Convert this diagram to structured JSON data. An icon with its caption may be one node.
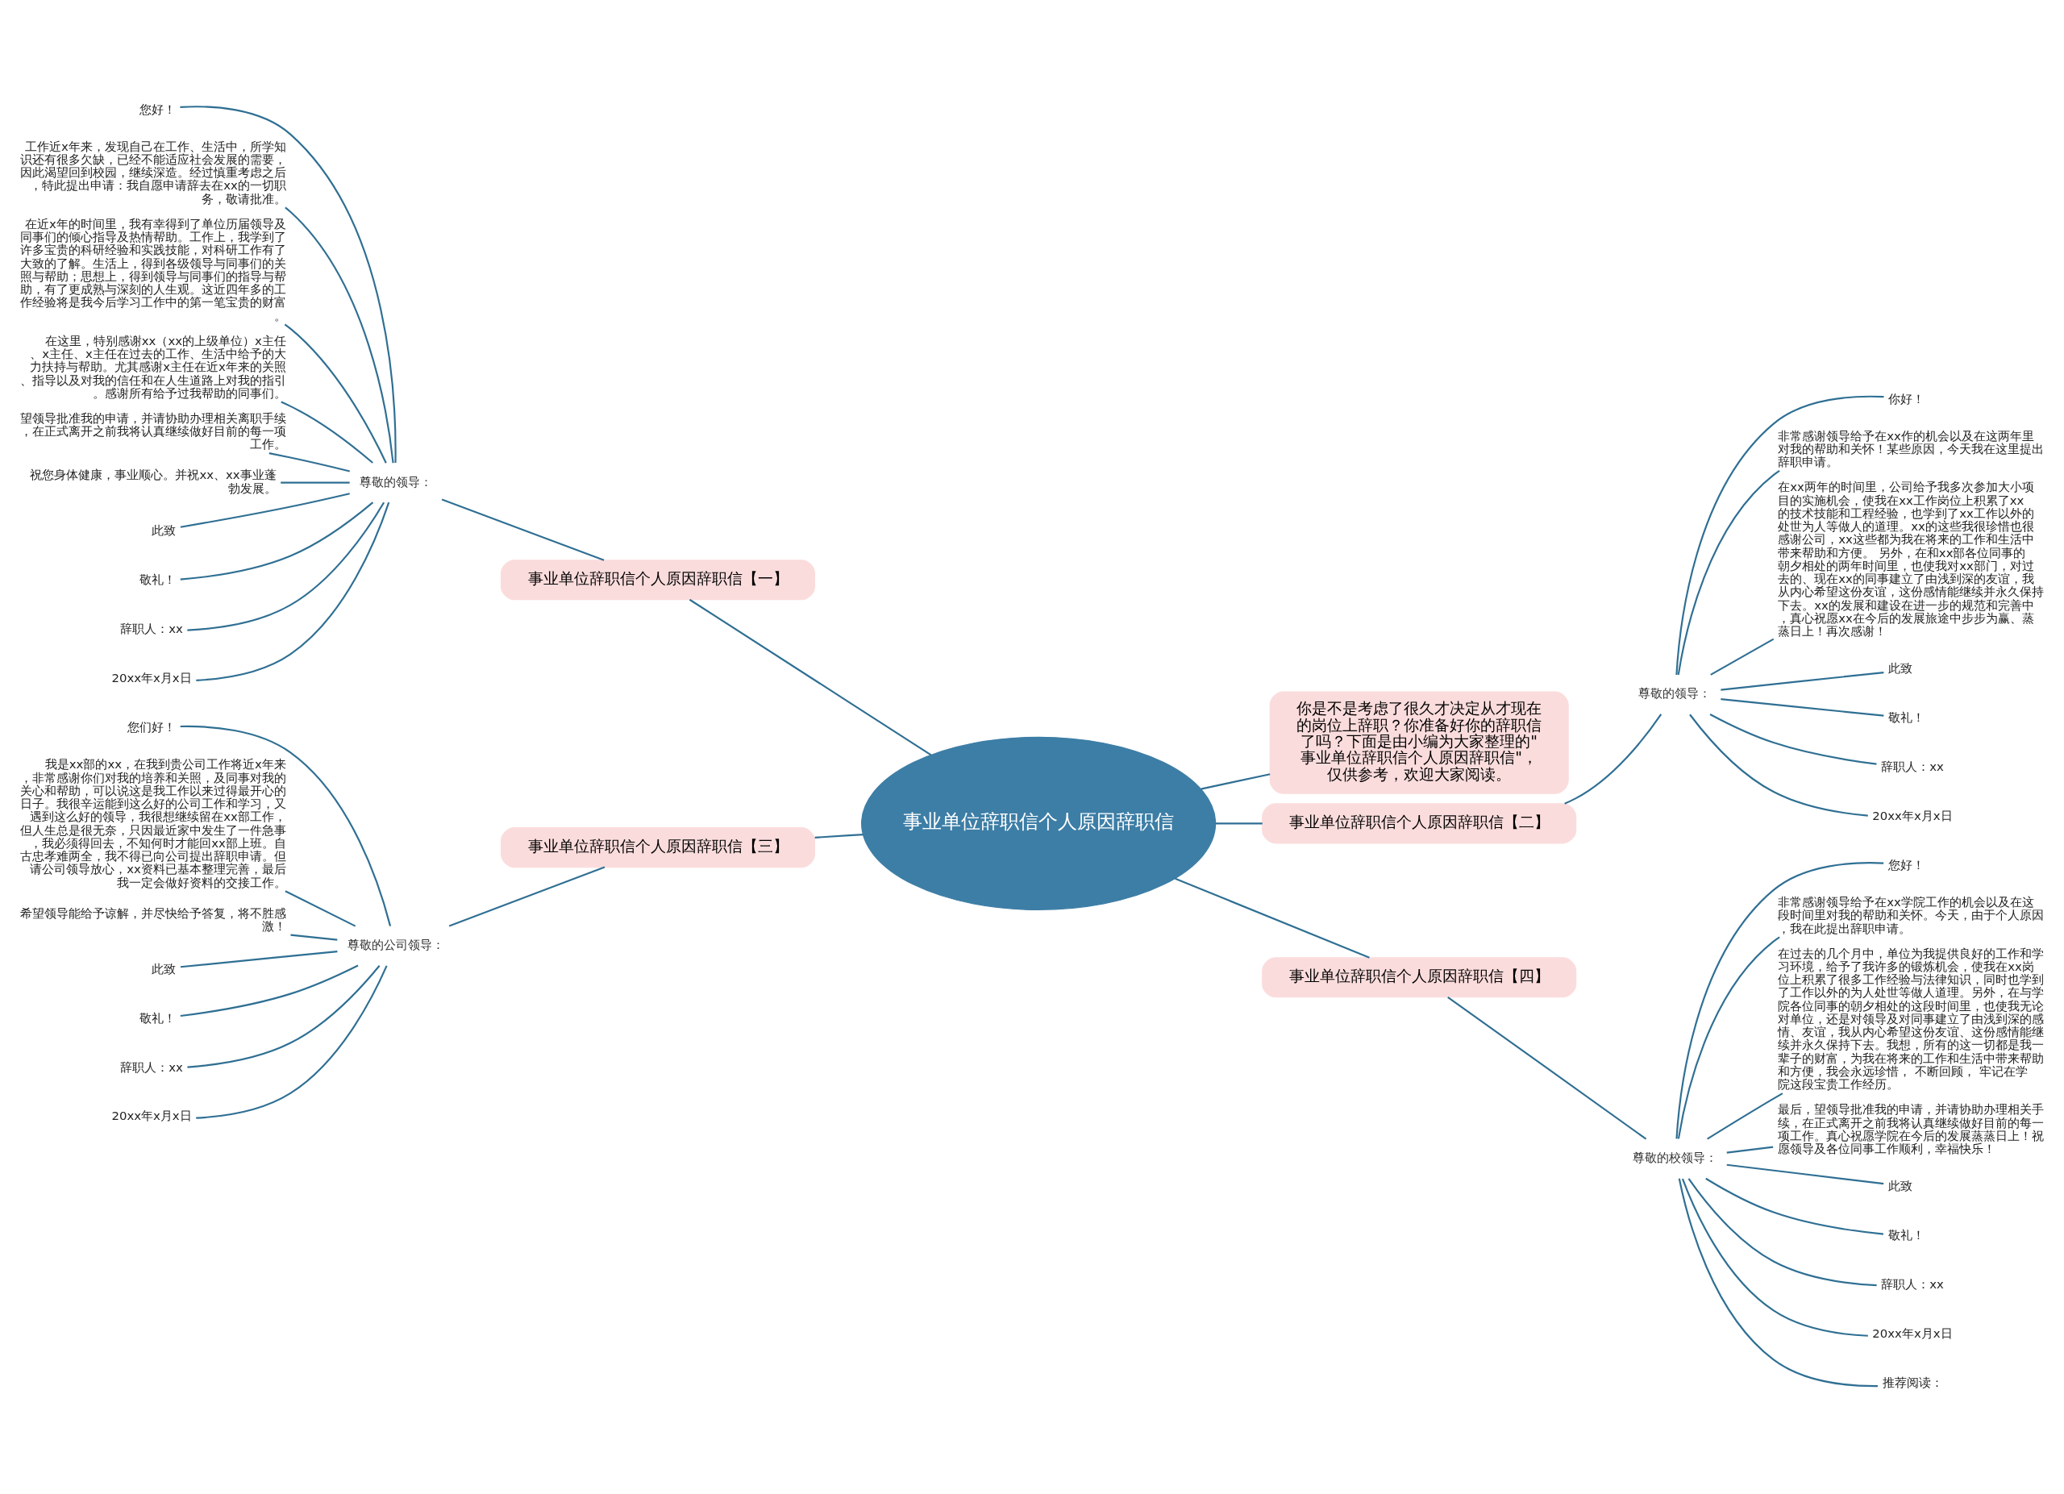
{
  "diagram": {
    "nodes": [
      {
        "text": [
          "事业单位辞职信个人原因辞职信"
        ]
      },
      {
        "text": [
          "你是不是考虑了很久才决定从才现在的岗位上辞职？你准备好你的辞职信了吗？下面是由小编为大家整理的\"事业单位辞职信个人原因辞职信\"，仅供参考，欢迎大家阅读。"
        ]
      },
      {
        "text": [
          "事业单位辞职信个人原因辞职信【一】"
        ]
      },
      {
        "text": [
          "尊敬的领导："
        ]
      },
      {
        "text": [
          "您好！"
        ]
      },
      {
        "text": [
          "工作近x年来，发现自己在工作、生活中，所学知识还有很多欠缺，已经不能适应社会发展的需要，因此渴望回到校园，继续深造。经过慎重考虑之后，特此提出申请：我自愿申请辞去在xx的一切职务，敬请批准。"
        ]
      },
      {
        "text": [
          "在近x年的时间里，我有幸得到了单位历届领导及同事们的倾心指导及热情帮助。工作上，我学到了许多宝贵的科研经验和实践技能，对科研工作有了大致的了解。生活上，得到各级领导与同事们的关照与帮助；思想上，得到领导与同事们的指导与帮助，有了更成熟与深刻的人生观。这近四年多的工作经验将是我今后学习工作中的第一笔宝贵的财富。"
        ]
      },
      {
        "text": [
          "在这里，特别感谢xx（xx的上级单位）x主任、x主任、x主任在过去的工作、生活中给予的大力扶持与帮助。尤其感谢x主任在近x年来的关照、指导以及对我的信任和在人生道路上对我的指引。感谢所有给予过我帮助的同事们。"
        ]
      },
      {
        "text": [
          "望领导批准我的申请，并请协助办理相关离职手续，在正式离开之前我将认真继续做好目前的每一项工作。"
        ]
      },
      {
        "text": [
          "祝您身体健康，事业顺心。并祝xx、xx事业蓬勃发展。"
        ]
      },
      {
        "text": [
          "此致"
        ]
      },
      {
        "text": [
          "敬礼！"
        ]
      },
      {
        "text": [
          "辞职人：xx"
        ]
      },
      {
        "text": [
          "20xx年x月x日"
        ]
      },
      {
        "text": [
          "事业单位辞职信个人原因辞职信【二】"
        ]
      },
      {
        "text": [
          "尊敬的领导："
        ]
      },
      {
        "text": [
          "你好！"
        ]
      },
      {
        "text": [
          "非常感谢领导给予在xx作的机会以及在这两年里对我的帮助和关怀！某些原因，今天我在这里提出辞职申请。"
        ]
      },
      {
        "text": [
          "在xx两年的时间里，公司给予我多次参加大小项目的实施机会，使我在xx工作岗位上积累了xx的技术技能和工程经验，也学到了xx工作以外的处世为人等做人的道理。xx的这些我很珍惜也很感谢公司，xx这些都为我在将来的工作和生活中带来帮助和方便。 另外，在和xx部各位同事的朝夕相处的两年时间里，也使我对xx部门，对过去的、现在xx的同事建立了由浅到深的友谊，我从内心希望这份友谊，这份感情能继续并永久保持下去。xx的发展和建设在进一步的规范和完善中，真心祝愿xx在今后的发展旅途中步步为赢、蒸蒸日上！再次感谢！"
        ]
      },
      {
        "text": [
          "此致"
        ]
      },
      {
        "text": [
          "敬礼！"
        ]
      },
      {
        "text": [
          "辞职人：xx"
        ]
      },
      {
        "text": [
          "20xx年x月x日"
        ]
      },
      {
        "text": [
          "事业单位辞职信个人原因辞职信【三】"
        ]
      },
      {
        "text": [
          "尊敬的公司领导："
        ]
      },
      {
        "text": [
          "您们好！"
        ]
      },
      {
        "text": [
          "我是xx部的xx，在我到贵公司工作将近x年来，非常感谢你们对我的培养和关照，及同事对我的关心和帮助，可以说这是我工作以来过得最开心的日子。我很辛运能到这么好的公司工作和学习，又遇到这么好的领导，我很想继续留在xx部工作，但人生总是很无奈，只因最近家中发生了一件急事，我必须得回去，不知何时才能回xx部上班。自古忠孝难两全，我不得已向公司提出辞职申请。但请公司领导放心，xx资料已基本整理完善，最后我一定会做好资料的交接工作。"
        ]
      },
      {
        "text": [
          "希望领导能给予谅解，并尽快给予答复，将不胜感激！"
        ]
      },
      {
        "text": [
          "此致"
        ]
      },
      {
        "text": [
          "敬礼！"
        ]
      },
      {
        "text": [
          "辞职人：xx"
        ]
      },
      {
        "text": [
          "20xx年x月x日"
        ]
      },
      {
        "text": [
          "事业单位辞职信个人原因辞职信【四】"
        ]
      },
      {
        "text": [
          "尊敬的校领导："
        ]
      },
      {
        "text": [
          "您好！"
        ]
      },
      {
        "text": [
          "非常感谢领导给予在xx学院工作的机会以及在这段时间里对我的帮助和关怀。今天，由于个人原因，我在此提出辞职申请。"
        ]
      },
      {
        "text": [
          "在过去的几个月中，单位为我提供良好的工作和学习环境，给予了我许多的锻炼机会，使我在xx岗位上积累了很多工作经验与法律知识，同时也学到了工作以外的为人处世等做人道理。另外，在与学院各位同事的朝夕相处的这段时间里，也使我无论对单位，还是对领导及对同事建立了由浅到深的感情、友谊，我从内心希望这份友谊、这份感情能继续并永久保持下去。我想，所有的这一切都是我一辈子的财富，为我在将来的工作和生活中带来帮助和方便，我会永远珍惜， 不断回顾， 牢记在学院这段宝贵工作经历。"
        ]
      },
      {
        "text": [
          "最后，望领导批准我的申请，并请协助办理相关手续，在正式离开之前我将认真继续做好目前的每一项工作。真心祝愿学院在今后的发展蒸蒸日上！祝愿领导及各位同事工作顺利，幸福快乐！"
        ]
      },
      {
        "text": [
          "此致"
        ]
      },
      {
        "text": [
          "敬礼！"
        ]
      },
      {
        "text": [
          "辞职人：xx"
        ]
      },
      {
        "text": [
          "20xx年x月x日"
        ]
      },
      {
        "text": [
          "推荐阅读："
        ]
      }
    ],
    "edges": [
      {
        "from": 0,
        "to": 1,
        "arrow": "none"
      },
      {
        "from": 0,
        "to": 2,
        "arrow": "none"
      },
      {
        "from": 2,
        "to": 3,
        "arrow": "none"
      },
      {
        "from": 3,
        "to": 4,
        "arrow": "none"
      },
      {
        "from": 3,
        "to": 5,
        "arrow": "none"
      },
      {
        "from": 3,
        "to": 6,
        "arrow": "none"
      },
      {
        "from": 3,
        "to": 7,
        "arrow": "none"
      },
      {
        "from": 3,
        "to": 8,
        "arrow": "none"
      },
      {
        "from": 3,
        "to": 9,
        "arrow": "none"
      },
      {
        "from": 3,
        "to": 10,
        "arrow": "none"
      },
      {
        "from": 3,
        "to": 11,
        "arrow": "none"
      },
      {
        "from": 3,
        "to": 12,
        "arrow": "none"
      },
      {
        "from": 3,
        "to": 13,
        "arrow": "none"
      },
      {
        "from": 0,
        "to": 14,
        "arrow": "none"
      },
      {
        "from": 14,
        "to": 15,
        "arrow": "none"
      },
      {
        "from": 15,
        "to": 16,
        "arrow": "none"
      },
      {
        "from": 15,
        "to": 17,
        "arrow": "none"
      },
      {
        "from": 15,
        "to": 18,
        "arrow": "none"
      },
      {
        "from": 15,
        "to": 19,
        "arrow": "none"
      },
      {
        "from": 15,
        "to": 20,
        "arrow": "none"
      },
      {
        "from": 15,
        "to": 21,
        "arrow": "none"
      },
      {
        "from": 15,
        "to": 22,
        "arrow": "none"
      },
      {
        "from": 0,
        "to": 23,
        "arrow": "none"
      },
      {
        "from": 23,
        "to": 24,
        "arrow": "none"
      },
      {
        "from": 24,
        "to": 25,
        "arrow": "none"
      },
      {
        "from": 24,
        "to": 26,
        "arrow": "none"
      },
      {
        "from": 24,
        "to": 27,
        "arrow": "none"
      },
      {
        "from": 24,
        "to": 28,
        "arrow": "none"
      },
      {
        "from": 24,
        "to": 29,
        "arrow": "none"
      },
      {
        "from": 24,
        "to": 30,
        "arrow": "none"
      },
      {
        "from": 24,
        "to": 31,
        "arrow": "none"
      },
      {
        "from": 0,
        "to": 32,
        "arrow": "none"
      },
      {
        "from": 32,
        "to": 33,
        "arrow": "none"
      },
      {
        "from": 33,
        "to": 34,
        "arrow": "none"
      },
      {
        "from": 33,
        "to": 35,
        "arrow": "none"
      },
      {
        "from": 33,
        "to": 36,
        "arrow": "none"
      },
      {
        "from": 33,
        "to": 37,
        "arrow": "none"
      },
      {
        "from": 33,
        "to": 38,
        "arrow": "none"
      },
      {
        "from": 33,
        "to": 39,
        "arrow": "none"
      },
      {
        "from": 33,
        "to": 40,
        "arrow": "none"
      },
      {
        "from": 33,
        "to": 41,
        "arrow": "none"
      },
      {
        "from": 33,
        "to": 42,
        "arrow": "none"
      }
    ]
  }
}
